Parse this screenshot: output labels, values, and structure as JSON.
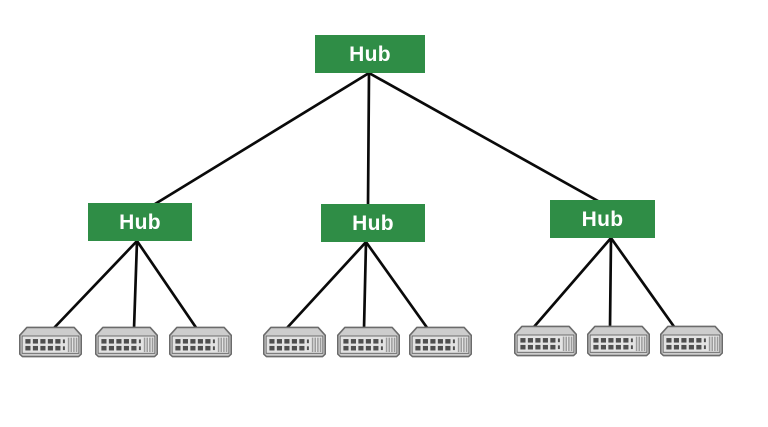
{
  "page": {
    "background": "#ffffff"
  },
  "colors": {
    "page_bg": "#ffffff",
    "hub_fill": "#2f8d46",
    "hub_text": "#ffffff",
    "line_color": "#0a0a0a",
    "dev_border": "#6b6b6b",
    "dev_lid": "#cdcdcd",
    "dev_face": "#e3e3e3",
    "dev_port": "#4f4f4f",
    "dev_grille": "#9b9b9b"
  },
  "diagram": {
    "type": "tree-topology",
    "root": {
      "label": "Hub"
    },
    "branches": [
      {
        "label": "Hub",
        "device_count": 3
      },
      {
        "label": "Hub",
        "device_count": 3
      },
      {
        "label": "Hub",
        "device_count": 3
      }
    ],
    "device_icon": "network-switch-icon",
    "total_devices": 9
  }
}
